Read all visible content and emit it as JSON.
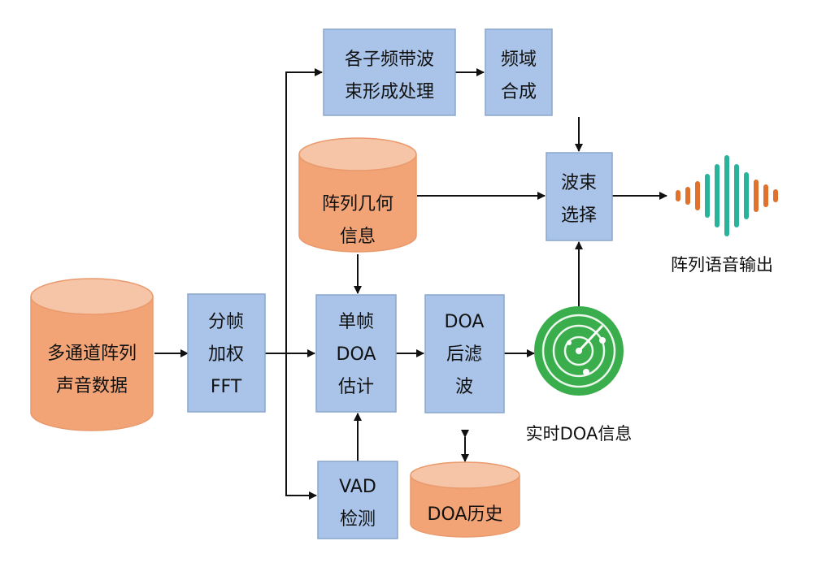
{
  "colors": {
    "box_fill": "#a9c4e8",
    "box_stroke": "#8aa6cc",
    "cylinder_fill": "#f2a477",
    "cylinder_top": "#f6c4a6",
    "cylinder_stroke": "#e99a6c",
    "arrow": "#111111",
    "radar_green": "#3aad4c",
    "wave_orange": "#e0722e",
    "wave_teal": "#2ab39b"
  },
  "nodes": {
    "multichannel_data": [
      "多通道阵列",
      "声音数据"
    ],
    "frame_fft": [
      "分帧",
      "加权",
      "FFT"
    ],
    "subband_beamforming": [
      "各子频带波",
      "束形成处理"
    ],
    "freq_synthesis": [
      "频域",
      "合成"
    ],
    "array_geometry": [
      "阵列几何",
      "信息"
    ],
    "beam_select": [
      "波束",
      "选择"
    ],
    "single_frame_doa": [
      "单帧",
      "DOA",
      "估计"
    ],
    "doa_postfilter": [
      "DOA",
      "后滤",
      "波"
    ],
    "vad": [
      "VAD",
      "检测"
    ],
    "doa_history": [
      "DOA历史"
    ]
  },
  "captions": {
    "speech_output": "阵列语音输出",
    "realtime_doa": "实时DOA信息"
  },
  "icons": {
    "speech_output": "sound-wave-icon",
    "realtime_doa": "radar-icon"
  }
}
